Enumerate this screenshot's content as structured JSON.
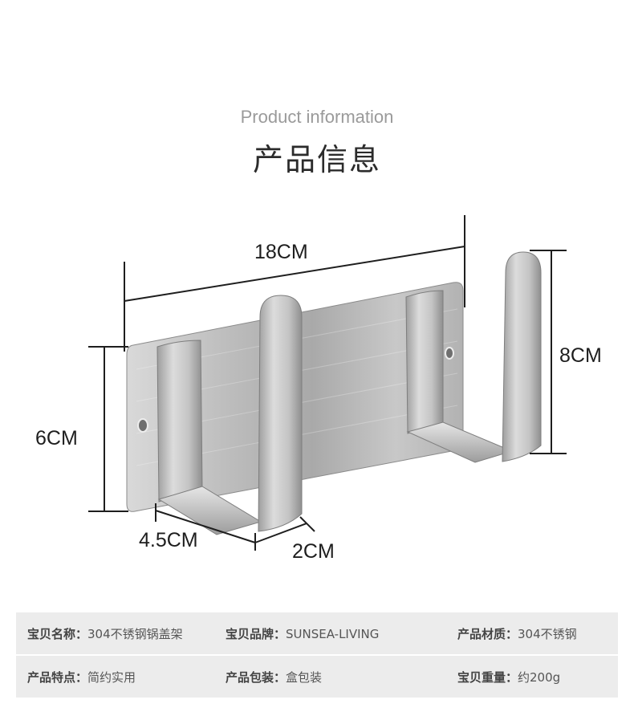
{
  "header": {
    "subtitle": "Product information",
    "title": "产品信息"
  },
  "dimensions": {
    "width": "18CM",
    "height_small": "6CM",
    "height_large": "8CM",
    "depth": "4.5CM",
    "gap": "2CM"
  },
  "colors": {
    "metal": "#b8b8b8",
    "dimension_line": "#1e1e1e",
    "table_bg": "#ececec"
  },
  "specs": [
    [
      {
        "label": "宝贝名称：",
        "value": "304不锈钢锅盖架"
      },
      {
        "label": "宝贝品牌：",
        "value": "SUNSEA-LIVING"
      },
      {
        "label": "产品材质：",
        "value": "304不锈钢"
      }
    ],
    [
      {
        "label": "产品特点：",
        "value": "简约实用"
      },
      {
        "label": "产品包装：",
        "value": "盒包装"
      },
      {
        "label": "宝贝重量：",
        "value": "约200g"
      }
    ]
  ]
}
